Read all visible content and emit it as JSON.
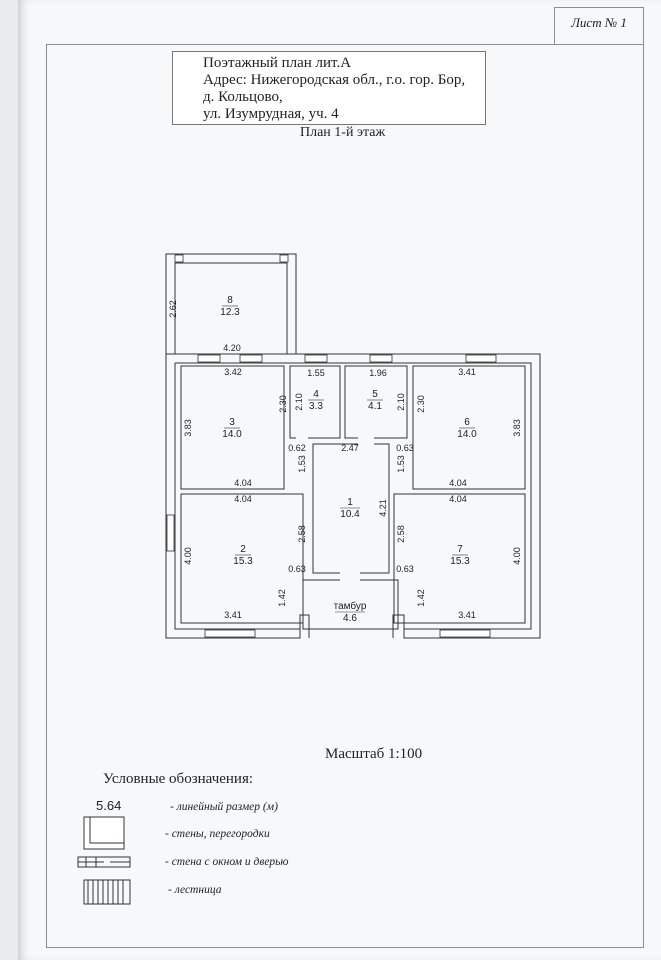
{
  "sheet_number": "Лист № 1",
  "title_lines": [
    "Поэтажный план лит.А",
    "Адрес: Нижегородская обл., г.о. гор. Бор,",
    "д. Кольцово,",
    "ул. Изумрудная, уч. 4"
  ],
  "plan_title": "План 1-й этаж",
  "rooms": [
    {
      "id": "8",
      "area": "12.3"
    },
    {
      "id": "3",
      "area": "14.0"
    },
    {
      "id": "4",
      "area": "3.3"
    },
    {
      "id": "5",
      "area": "4.1"
    },
    {
      "id": "6",
      "area": "14.0"
    },
    {
      "id": "1",
      "area": "10.4"
    },
    {
      "id": "2",
      "area": "15.3"
    },
    {
      "id": "7",
      "area": "15.3"
    },
    {
      "id": "тамбур",
      "area": "4.6"
    }
  ],
  "dimensions": {
    "d_2_62": "2.62",
    "d_4_20": "4.20",
    "d_3_42": "3.42",
    "d_1_55": "1.55",
    "d_1_96": "1.96",
    "d_3_41_top": "3.41",
    "d_3_83_left": "3.83",
    "d_2_30_a": "2.30",
    "d_2_10_a": "2.10",
    "d_2_10_b": "2.10",
    "d_2_30_b": "2.30",
    "d_3_83_right": "3.83",
    "d_0_62": "0.62",
    "d_2_47": "2.47",
    "d_0_63_a": "0.63",
    "d_1_53_a": "1.53",
    "d_1_53_b": "1.53",
    "d_4_04_a": "4.04",
    "d_4_04_b": "4.04",
    "d_4_04_c": "4.04",
    "d_4_04_d": "4.04",
    "d_4_21": "4.21",
    "d_4_00_left": "4.00",
    "d_2_58_a": "2.58",
    "d_2_58_b": "2.58",
    "d_4_00_right": "4.00",
    "d_0_63_b": "0.63",
    "d_0_63_c": "0.63",
    "d_1_42_a": "1.42",
    "d_1_42_b": "1.42",
    "d_3_41_bl": "3.41",
    "d_3_41_br": "3.41"
  },
  "scale": "Масштаб 1:100",
  "legend": {
    "title": "Условные обозначения:",
    "sample_dimension": "5.64",
    "items": [
      "- линейный размер (м)",
      "- стены, перегородки",
      "- стена с окном и дверью",
      "- лестница"
    ]
  }
}
